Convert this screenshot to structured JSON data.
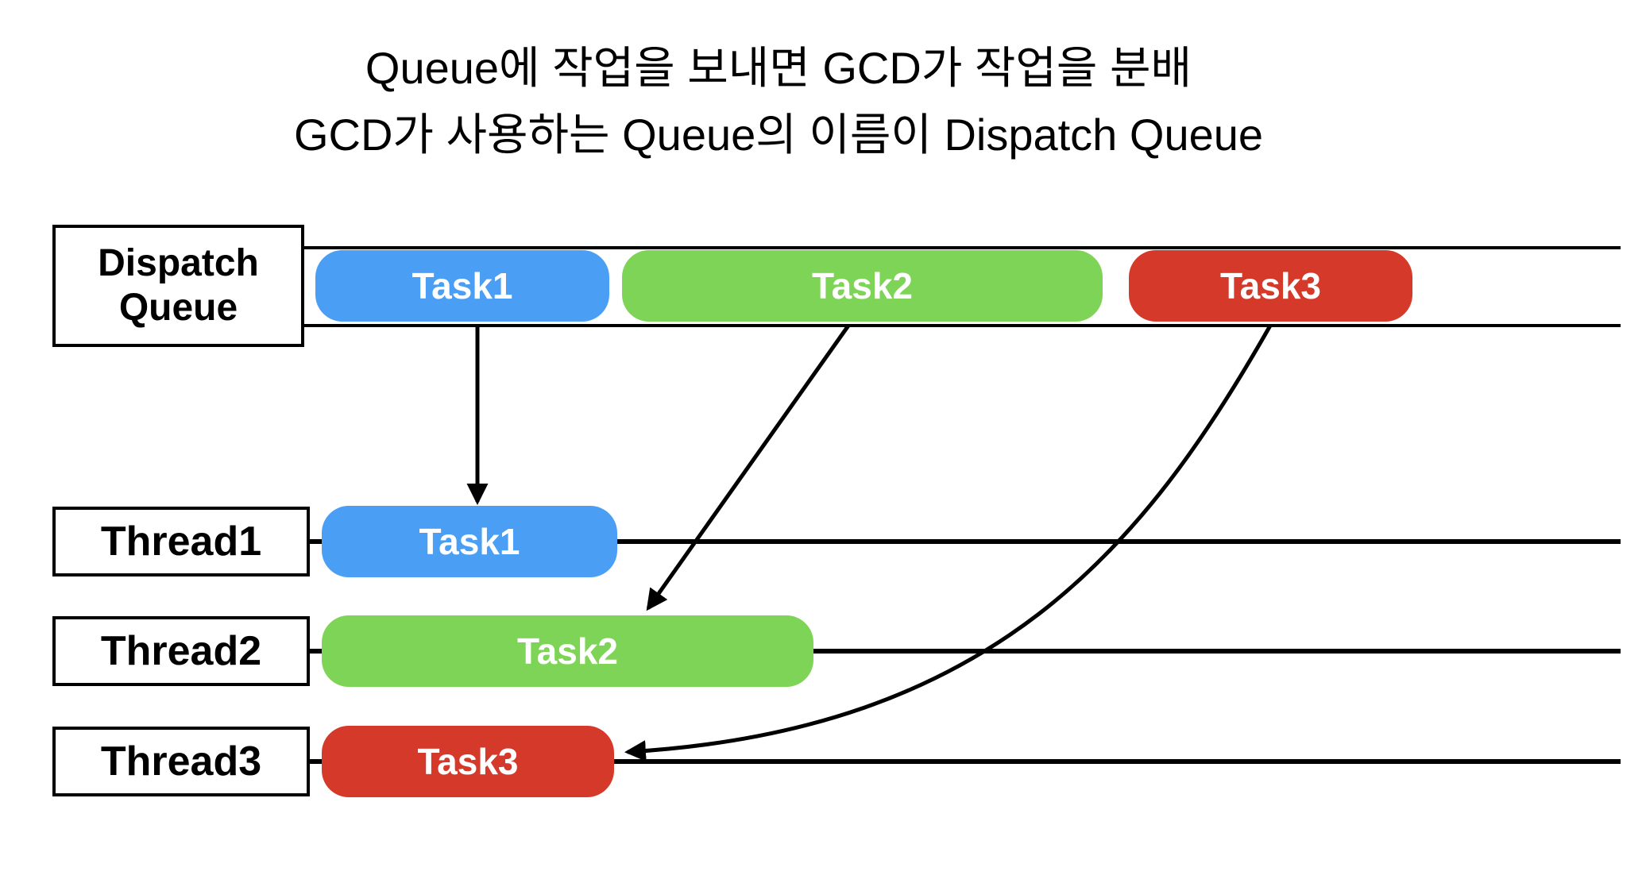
{
  "title": {
    "line1": "Queue에 작업을 보내면 GCD가 작업을 분배",
    "line2": "GCD가 사용하는 Queue의 이름이 Dispatch Queue"
  },
  "colors": {
    "task1": "#4A9FF5",
    "task2": "#7ED456",
    "task3": "#D5392A",
    "line": "#000000",
    "task_text": "#FFFFFF",
    "label_text": "#000000",
    "box_background": "#FFFFFF"
  },
  "dispatch_queue": {
    "label_line1": "Dispatch",
    "label_line2": "Queue",
    "tasks": [
      {
        "name": "Task1"
      },
      {
        "name": "Task2"
      },
      {
        "name": "Task3"
      }
    ]
  },
  "threads": [
    {
      "label": "Thread1",
      "task": "Task1"
    },
    {
      "label": "Thread2",
      "task": "Task2"
    },
    {
      "label": "Thread3",
      "task": "Task3"
    }
  ]
}
